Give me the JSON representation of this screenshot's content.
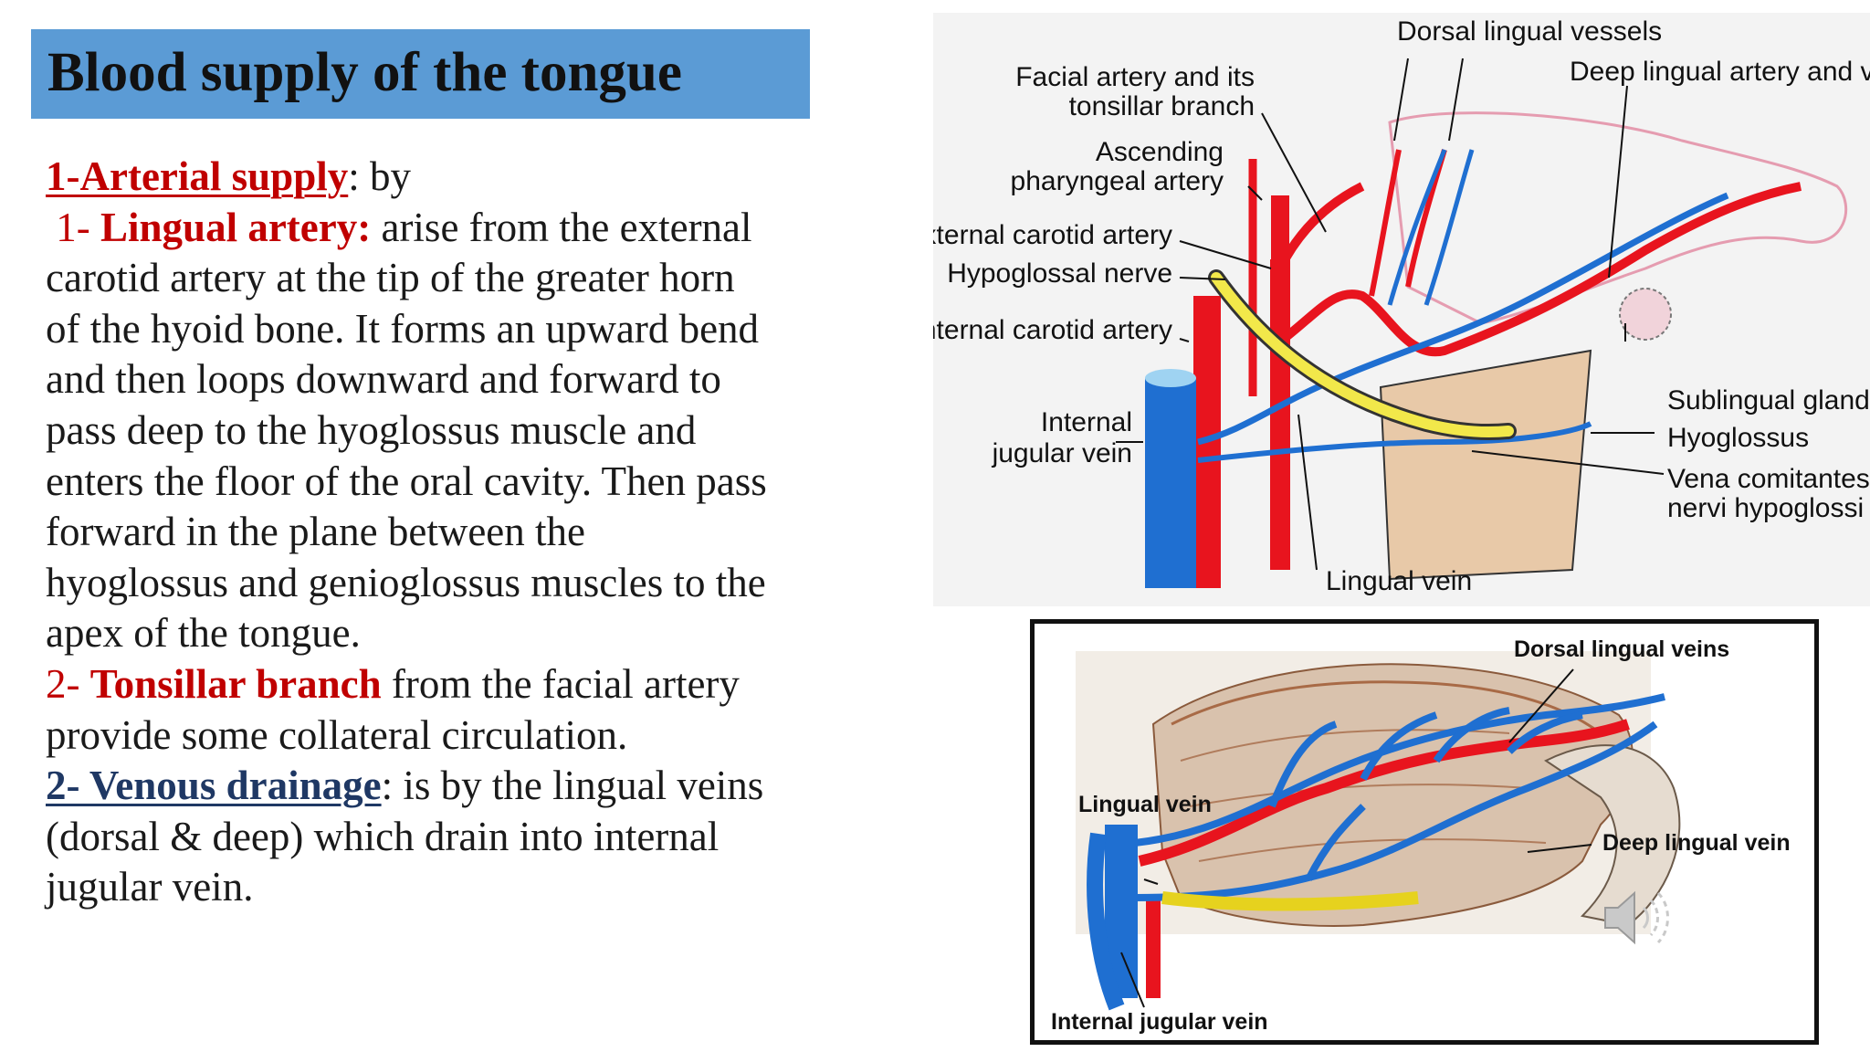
{
  "title": "Blood supply of the tongue",
  "text": {
    "arterial_heading": "1-Arterial supply",
    "arterial_rest": ": by",
    "lingual_num": "1- ",
    "lingual_term": "Lingual artery:",
    "lingual_desc_l1": " arise from the external",
    "lingual_desc_l2": "carotid artery at the tip of the greater horn",
    "lingual_desc_l3": "of the hyoid bone. It forms an upward bend",
    "lingual_desc_l4": "and then loops downward and forward to",
    "lingual_desc_l5": "pass deep to the hyoglossus muscle and",
    "lingual_desc_l6": "enters the floor of the oral cavity. Then pass",
    "lingual_desc_l7": "forward in the plane between the",
    "lingual_desc_l8": "hyoglossus and genioglossus muscles to the",
    "lingual_desc_l9": "apex of the tongue.",
    "tonsillar_num": "2- ",
    "tonsillar_term": "Tonsillar branch",
    "tonsillar_desc_l1": " from the facial artery",
    "tonsillar_desc_l2": "provide some collateral circulation.",
    "venous_heading": "2- Venous drainage",
    "venous_rest_l1": ": is by the lingual veins",
    "venous_rest_l2": "(dorsal & deep) which drain into internal",
    "venous_rest_l3": "jugular vein."
  },
  "figure1": {
    "labels": {
      "dorsal_lingual_vessels": "Dorsal lingual vessels",
      "deep_lingual_artery_vein": "Deep lingual artery and vein",
      "facial_artery_l1": "Facial artery and its",
      "facial_artery_l2": "tonsillar branch",
      "ascending_l1": "Ascending",
      "ascending_l2": "pharyngeal artery",
      "external_carotid": "External carotid artery",
      "hypoglossal_nerve": "Hypoglossal nerve",
      "internal_carotid": "Internal carotid artery",
      "internal_jugular_l1": "Internal",
      "internal_jugular_l2": "jugular vein",
      "sublingual_gland": "Sublingual gland",
      "hyoglossus": "Hyoglossus",
      "vena_comitantes_l1": "Vena comitantes",
      "vena_comitantes_l2": "nervi hypoglossi",
      "lingual_vein": "Lingual vein"
    }
  },
  "figure2": {
    "labels": {
      "dorsal_lingual_veins": "Dorsal lingual veins",
      "lingual_vein": "Lingual vein",
      "deep_lingual_vein": "Deep lingual vein",
      "internal_jugular_vein": "Internal jugular vein"
    }
  },
  "colors": {
    "title_bg": "#5b9bd5",
    "heading_red": "#c00000",
    "heading_navy": "#1f3864",
    "artery": "#e8141e",
    "vein": "#1f6fd1",
    "nerve": "#f2e84a",
    "muscle": "#e8c9a8"
  },
  "icons": {
    "speaker": "speaker-icon"
  }
}
